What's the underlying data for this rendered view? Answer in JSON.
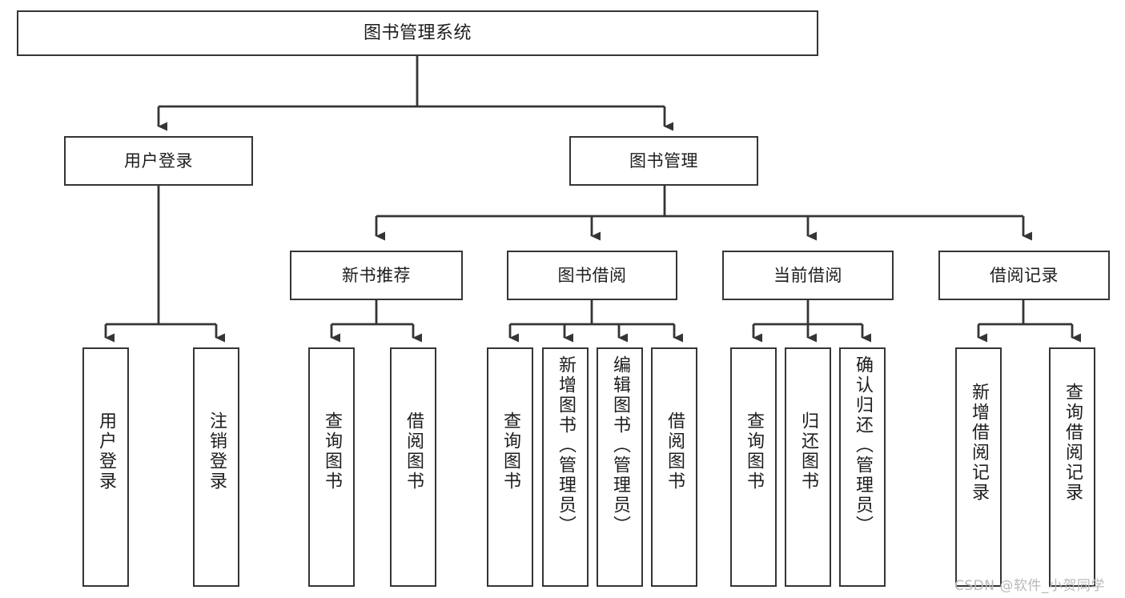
{
  "diagram": {
    "title": "图书管理系统",
    "type": "tree-hierarchy-diagram",
    "line_color": "#353535",
    "box_fill": "#ffffff",
    "text_color": "#1d1d1d",
    "background": "#ffffff"
  },
  "nodes": {
    "root": {
      "label": "图书管理系统"
    },
    "level2": [
      {
        "label": "用户登录"
      },
      {
        "label": "图书管理"
      }
    ],
    "level3": [
      {
        "label": "新书推荐"
      },
      {
        "label": "图书借阅"
      },
      {
        "label": "当前借阅"
      },
      {
        "label": "借阅记录"
      }
    ],
    "leaves": {
      "user_login": [
        {
          "label": "用户登录"
        },
        {
          "label": "注销登录"
        }
      ],
      "new_book_recommend": [
        {
          "label": "查询图书"
        },
        {
          "label": "借阅图书"
        }
      ],
      "book_borrow": [
        {
          "label": "查询图书"
        },
        {
          "label": "新增图书（管理员）"
        },
        {
          "label": "编辑图书（管理员）"
        },
        {
          "label": "借阅图书"
        }
      ],
      "current_borrow": [
        {
          "label": "查询图书"
        },
        {
          "label": "归还图书"
        },
        {
          "label": "确认归还（管理员）"
        }
      ],
      "borrow_record": [
        {
          "label": "新增借阅记录"
        },
        {
          "label": "查询借阅记录"
        }
      ]
    }
  },
  "watermark": {
    "text": "CSDN @软件_小贺同学"
  }
}
